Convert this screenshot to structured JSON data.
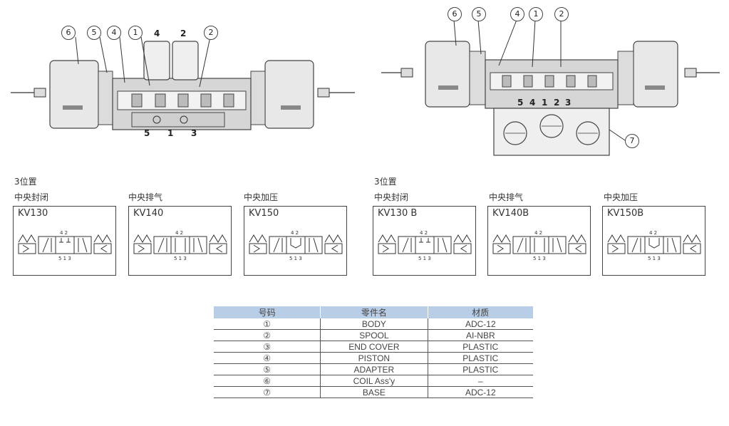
{
  "left_valve": {
    "callouts": [
      "6",
      "5",
      "4",
      "1",
      "2"
    ],
    "top_ports": [
      "4",
      "2"
    ],
    "bottom_ports": [
      "5",
      "1",
      "3"
    ]
  },
  "right_valve": {
    "callouts": [
      "6",
      "5",
      "4",
      "1",
      "2",
      "7"
    ],
    "ports": [
      "5",
      "4",
      "1",
      "2",
      "3"
    ]
  },
  "symbol_groups": [
    {
      "heading": "3位置",
      "items": [
        {
          "subtitle": "中央封闭",
          "model": "KV130",
          "center": "closed"
        },
        {
          "subtitle": "中央排气",
          "model": "KV140",
          "center": "exhaust"
        },
        {
          "subtitle": "中央加压",
          "model": "KV150",
          "center": "pressure"
        }
      ]
    },
    {
      "heading": "3位置",
      "items": [
        {
          "subtitle": "中央封闭",
          "model": "KV130 B",
          "center": "closed"
        },
        {
          "subtitle": "中央排气",
          "model": "KV140B",
          "center": "exhaust"
        },
        {
          "subtitle": "中央加压",
          "model": "KV150B",
          "center": "pressure"
        }
      ]
    }
  ],
  "symbol_ports": {
    "top": "4 2",
    "bottom": "5 1 3"
  },
  "parts_table": {
    "headers": [
      "号码",
      "零件名",
      "材质"
    ],
    "rows": [
      [
        "①",
        "BODY",
        "ADC-12"
      ],
      [
        "②",
        "SPOOL",
        "AI-NBR"
      ],
      [
        "③",
        "END COVER",
        "PLASTIC"
      ],
      [
        "④",
        "PISTON",
        "PLASTIC"
      ],
      [
        "⑤",
        "ADAPTER",
        "PLASTIC"
      ],
      [
        "⑥",
        "COIL Ass'y",
        "–"
      ],
      [
        "⑦",
        "BASE",
        "ADC-12"
      ]
    ]
  },
  "colors": {
    "header_fill": "#b8cde6",
    "line": "#444444",
    "body_fill": "#e4e4e4"
  }
}
